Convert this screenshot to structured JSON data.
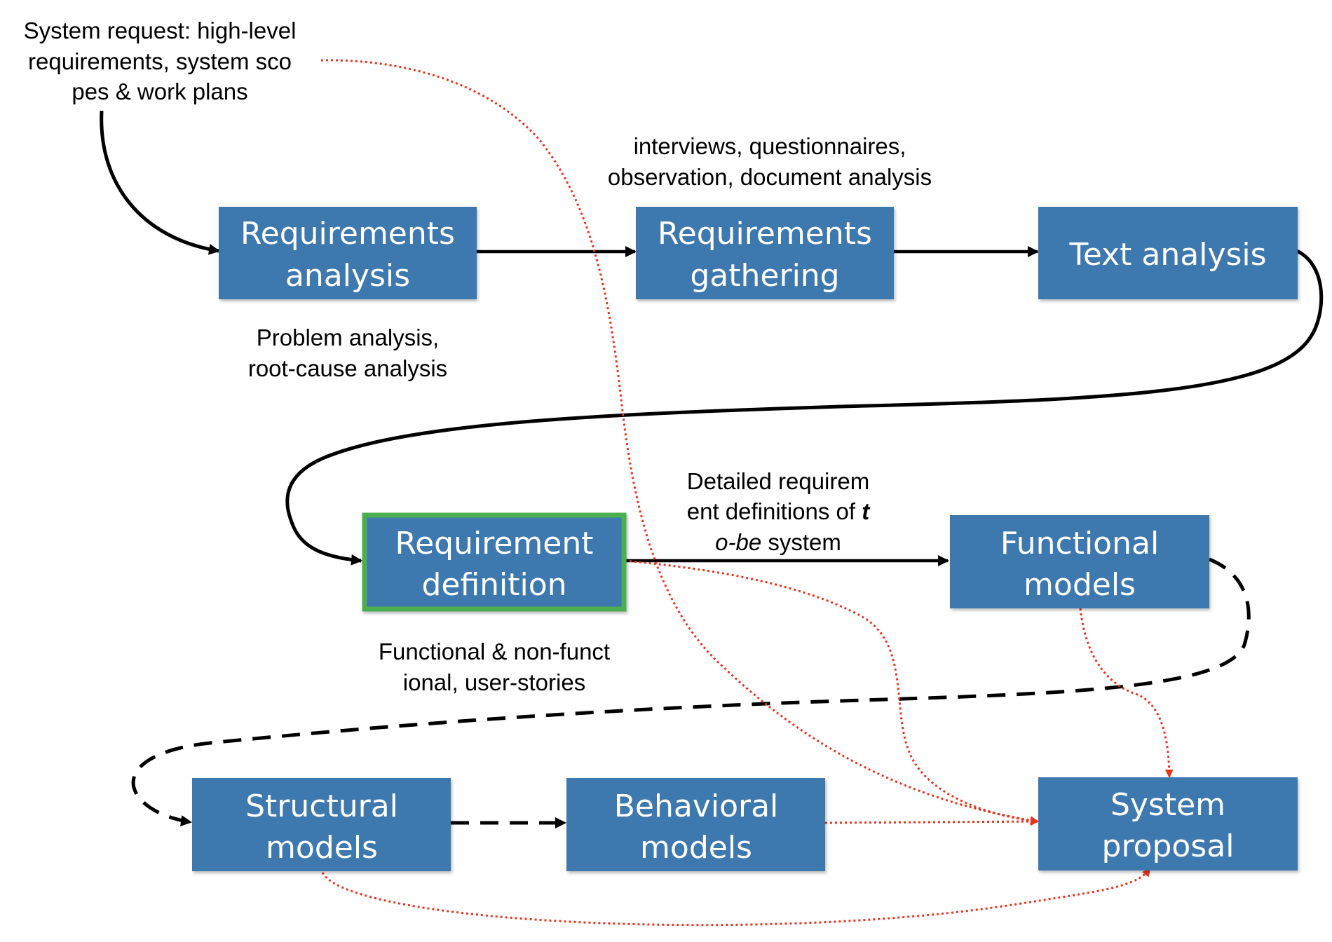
{
  "diagram": {
    "colors": {
      "box_fill": "#3E78AE",
      "highlight_border": "#4CAF50",
      "flow_arrow": "#000000",
      "dependency_arrow": "#E8331E"
    },
    "boxes": {
      "requirements_analysis": {
        "line1": "Requirements",
        "line2": "analysis"
      },
      "requirements_gathering": {
        "line1": "Requirements",
        "line2": "gathering"
      },
      "text_analysis": {
        "line1": "Text analysis"
      },
      "requirement_definition": {
        "line1": "Requirement",
        "line2": "definition"
      },
      "functional_models": {
        "line1": "Functional",
        "line2": "models"
      },
      "structural_models": {
        "line1": "Structural",
        "line2": "models"
      },
      "behavioral_models": {
        "line1": "Behavioral",
        "line2": "models"
      },
      "system_proposal": {
        "line1": "System",
        "line2": "proposal"
      }
    },
    "labels": {
      "system_request": {
        "line1_bold": "System request",
        "line1_rest": ": high-level",
        "line2": "requirements, system sco",
        "line3": "pes & work plans"
      },
      "gathering_methods": {
        "line1": "interviews, questionnaires,",
        "line2": "observation, document analysis"
      },
      "analysis_methods": {
        "line1": "Problem analysis,",
        "line2": "root-cause analysis"
      },
      "detailed_definitions": {
        "line1": "Detailed requirem",
        "line2_pre": "ent definitions of ",
        "line2_italic": "t",
        "line3_italic": "o-be",
        "line3_post": " system"
      },
      "requirement_types": {
        "line1": "Functional & non-funct",
        "line2": "ional, user-stories"
      }
    }
  }
}
